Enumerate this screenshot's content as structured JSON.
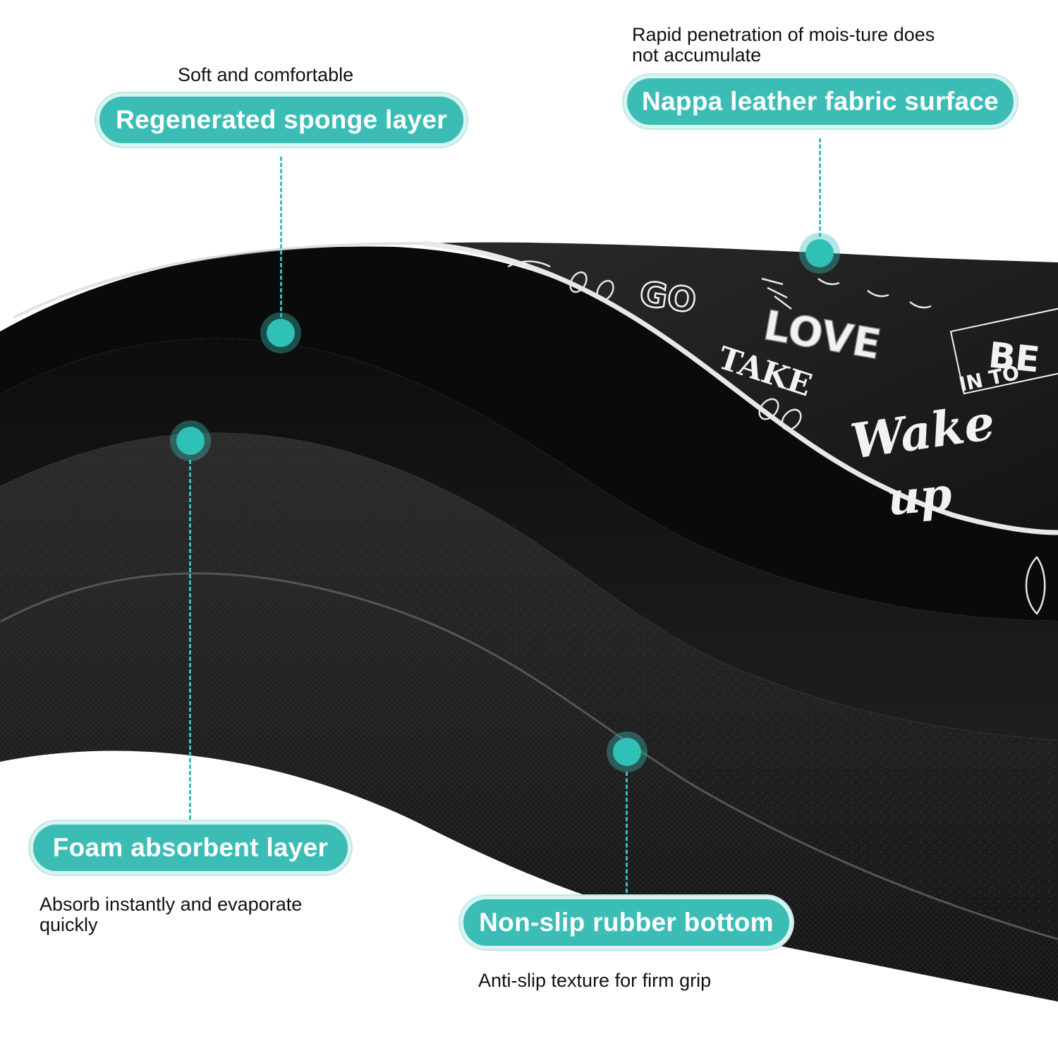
{
  "colors": {
    "accent": "#3bbdb6",
    "accent_light": "#d9f3f1",
    "layer_dark": "#1b1b1b",
    "text": "#111111"
  },
  "artwork_words": [
    "GO",
    "LOVE",
    "TAKE",
    "BE",
    "IN TO",
    "Wake",
    "up"
  ],
  "labels": {
    "sponge": {
      "note": "Soft and comfortable",
      "title": "Regenerated sponge layer"
    },
    "nappa": {
      "note_line1": "Rapid penetration of mois-ture does",
      "note_line2": "not accumulate",
      "title": "Nappa leather fabric surface"
    },
    "foam": {
      "title": "Foam absorbent layer",
      "note_line1": "Absorb instantly and evaporate",
      "note_line2": "quickly"
    },
    "rubber": {
      "title": "Non-slip rubber bottom",
      "note": "Anti-slip texture for firm grip"
    }
  }
}
